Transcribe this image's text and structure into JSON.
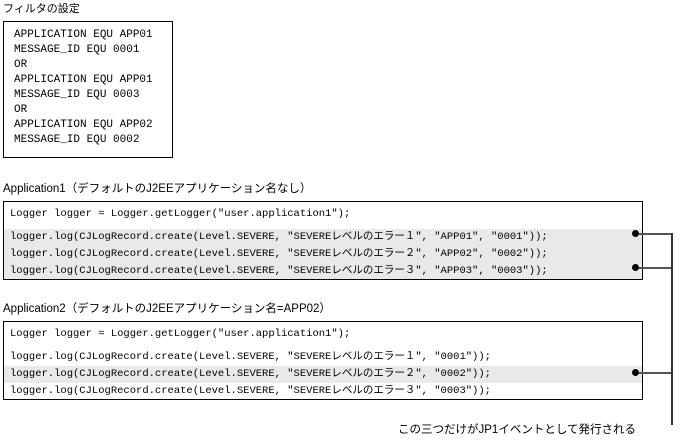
{
  "filter_section": {
    "label": "フィルタの設定",
    "lines": [
      "APPLICATION EQU APP01",
      "MESSAGE_ID EQU 0001",
      "OR",
      "APPLICATION EQU APP01",
      "MESSAGE_ID EQU 0003",
      "OR",
      "APPLICATION EQU APP02",
      "MESSAGE_ID EQU 0002"
    ]
  },
  "application1": {
    "title": "Application1（デフォルトのJ2EEアプリケーション名なし）",
    "logger_line": "Logger logger = Logger.getLogger(\"user.application1\");",
    "code_lines": [
      {
        "text": "logger.log(CJLogRecord.create(Level.SEVERE, \"SEVEREレベルのエラー１\", \"APP01\", \"0001\"));",
        "highlighted": true,
        "connector": true
      },
      {
        "text": "logger.log(CJLogRecord.create(Level.SEVERE, \"SEVEREレベルのエラー２\", \"APP02\", \"0002\"));",
        "highlighted": true,
        "connector": false
      },
      {
        "text": "logger.log(CJLogRecord.create(Level.SEVERE, \"SEVEREレベルのエラー３\", \"APP03\", \"0003\"));",
        "highlighted": true,
        "connector": true
      }
    ]
  },
  "application2": {
    "title": "Application2（デフォルトのJ2EEアプリケーション名=APP02）",
    "logger_line": "Logger logger = Logger.getLogger(\"user.application1\");",
    "code_lines": [
      {
        "text": "logger.log(CJLogRecord.create(Level.SEVERE, \"SEVEREレベルのエラー１\", \"0001\"));",
        "highlighted": false,
        "connector": false
      },
      {
        "text": "logger.log(CJLogRecord.create(Level.SEVERE, \"SEVEREレベルのエラー２\", \"0002\"));",
        "highlighted": true,
        "connector": true
      },
      {
        "text": "logger.log(CJLogRecord.create(Level.SEVERE, \"SEVEREレベルのエラー３\", \"0003\"));",
        "highlighted": false,
        "connector": false
      }
    ]
  },
  "footer": {
    "note": "この三つだけがJP1イベントとして発行される"
  },
  "colors": {
    "highlight": "#e9e9e9",
    "border": "#000000",
    "connector": "#333333",
    "background": "#ffffff"
  }
}
